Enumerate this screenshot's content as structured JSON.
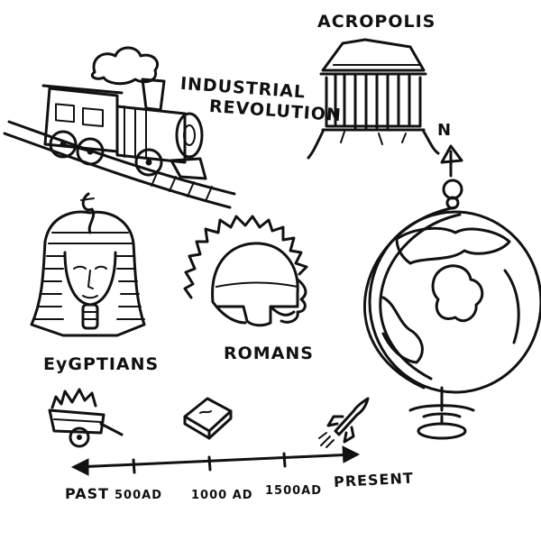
{
  "labels": {
    "acropolis": "ACROPOLIS",
    "industrial_line1": "INDUSTRIAL",
    "industrial_line2": "REVOLUTION",
    "egyptians": "EyGPTIANS",
    "romans": "ROMANS",
    "compass_north": "N"
  },
  "timeline": {
    "ticks": [
      {
        "label": "PAST"
      },
      {
        "label": "500AD"
      },
      {
        "label": "1000 AD"
      },
      {
        "label": "1500AD"
      },
      {
        "label": "PRESENT"
      }
    ]
  },
  "icons": {
    "train": "steam-locomotive-icon",
    "temple": "acropolis-temple-icon",
    "pharaoh": "pharaoh-head-icon",
    "helmet": "roman-helmet-icon",
    "globe": "globe-icon",
    "cart": "cart-icon",
    "book": "book-icon",
    "rocket": "rocket-icon"
  }
}
